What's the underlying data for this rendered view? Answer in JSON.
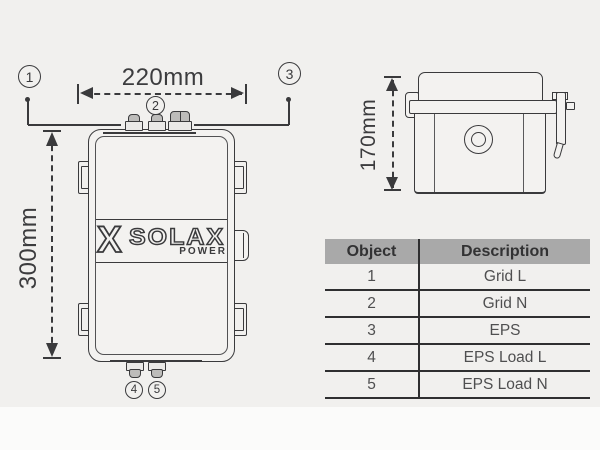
{
  "figure": {
    "type": "installation-dimension-diagram",
    "front_view": {
      "width_label": "220mm",
      "height_label": "300mm",
      "callouts": {
        "c1": "1",
        "c2": "2",
        "c3": "3",
        "c4": "4",
        "c5": "5"
      },
      "logo": {
        "mark": "X",
        "name": "SOLAX",
        "sub": "POWER"
      }
    },
    "side_view": {
      "height_label": "170mm"
    }
  },
  "parts_table": {
    "headers": [
      "Object",
      "Description"
    ],
    "rows": [
      [
        "1",
        "Grid L"
      ],
      [
        "2",
        "Grid N"
      ],
      [
        "3",
        "EPS"
      ],
      [
        "4",
        "EPS Load L"
      ],
      [
        "5",
        "EPS Load N"
      ]
    ]
  },
  "colors": {
    "line": "#3a3a3c",
    "table_header_bg": "#a9a9a9",
    "table_line": "#2f2f30",
    "background": "#f1f0ee",
    "paper_strip": "#fbfbfa"
  }
}
